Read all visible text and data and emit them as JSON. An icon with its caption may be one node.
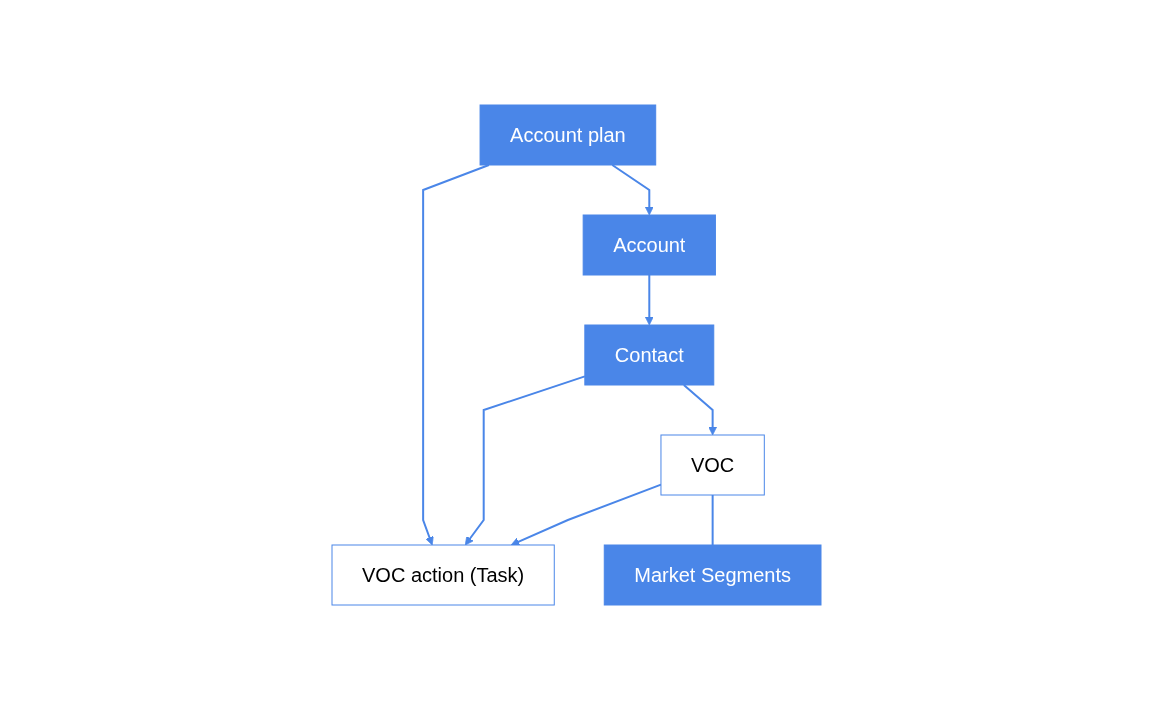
{
  "diagram": {
    "nodes": [
      {
        "text": [
          "Account plan"
        ]
      },
      {
        "text": [
          "Account"
        ]
      },
      {
        "text": [
          "Contact"
        ]
      },
      {
        "text": [
          "VOC action (Task)"
        ]
      },
      {
        "text": [
          "VOC"
        ]
      },
      {
        "text": [
          "Market Segments"
        ]
      }
    ],
    "edges": [
      {
        "from": 0,
        "to": 1,
        "arrow": "to"
      },
      {
        "from": 1,
        "to": 2,
        "arrow": "to"
      },
      {
        "from": 0,
        "to": 3,
        "arrow": "to"
      },
      {
        "from": 2,
        "to": 3,
        "arrow": "to"
      },
      {
        "from": 4,
        "to": 3,
        "arrow": "to"
      },
      {
        "from": 2,
        "to": 4,
        "arrow": "to"
      },
      {
        "from": 4,
        "to": 5,
        "arrow": "none"
      }
    ]
  }
}
